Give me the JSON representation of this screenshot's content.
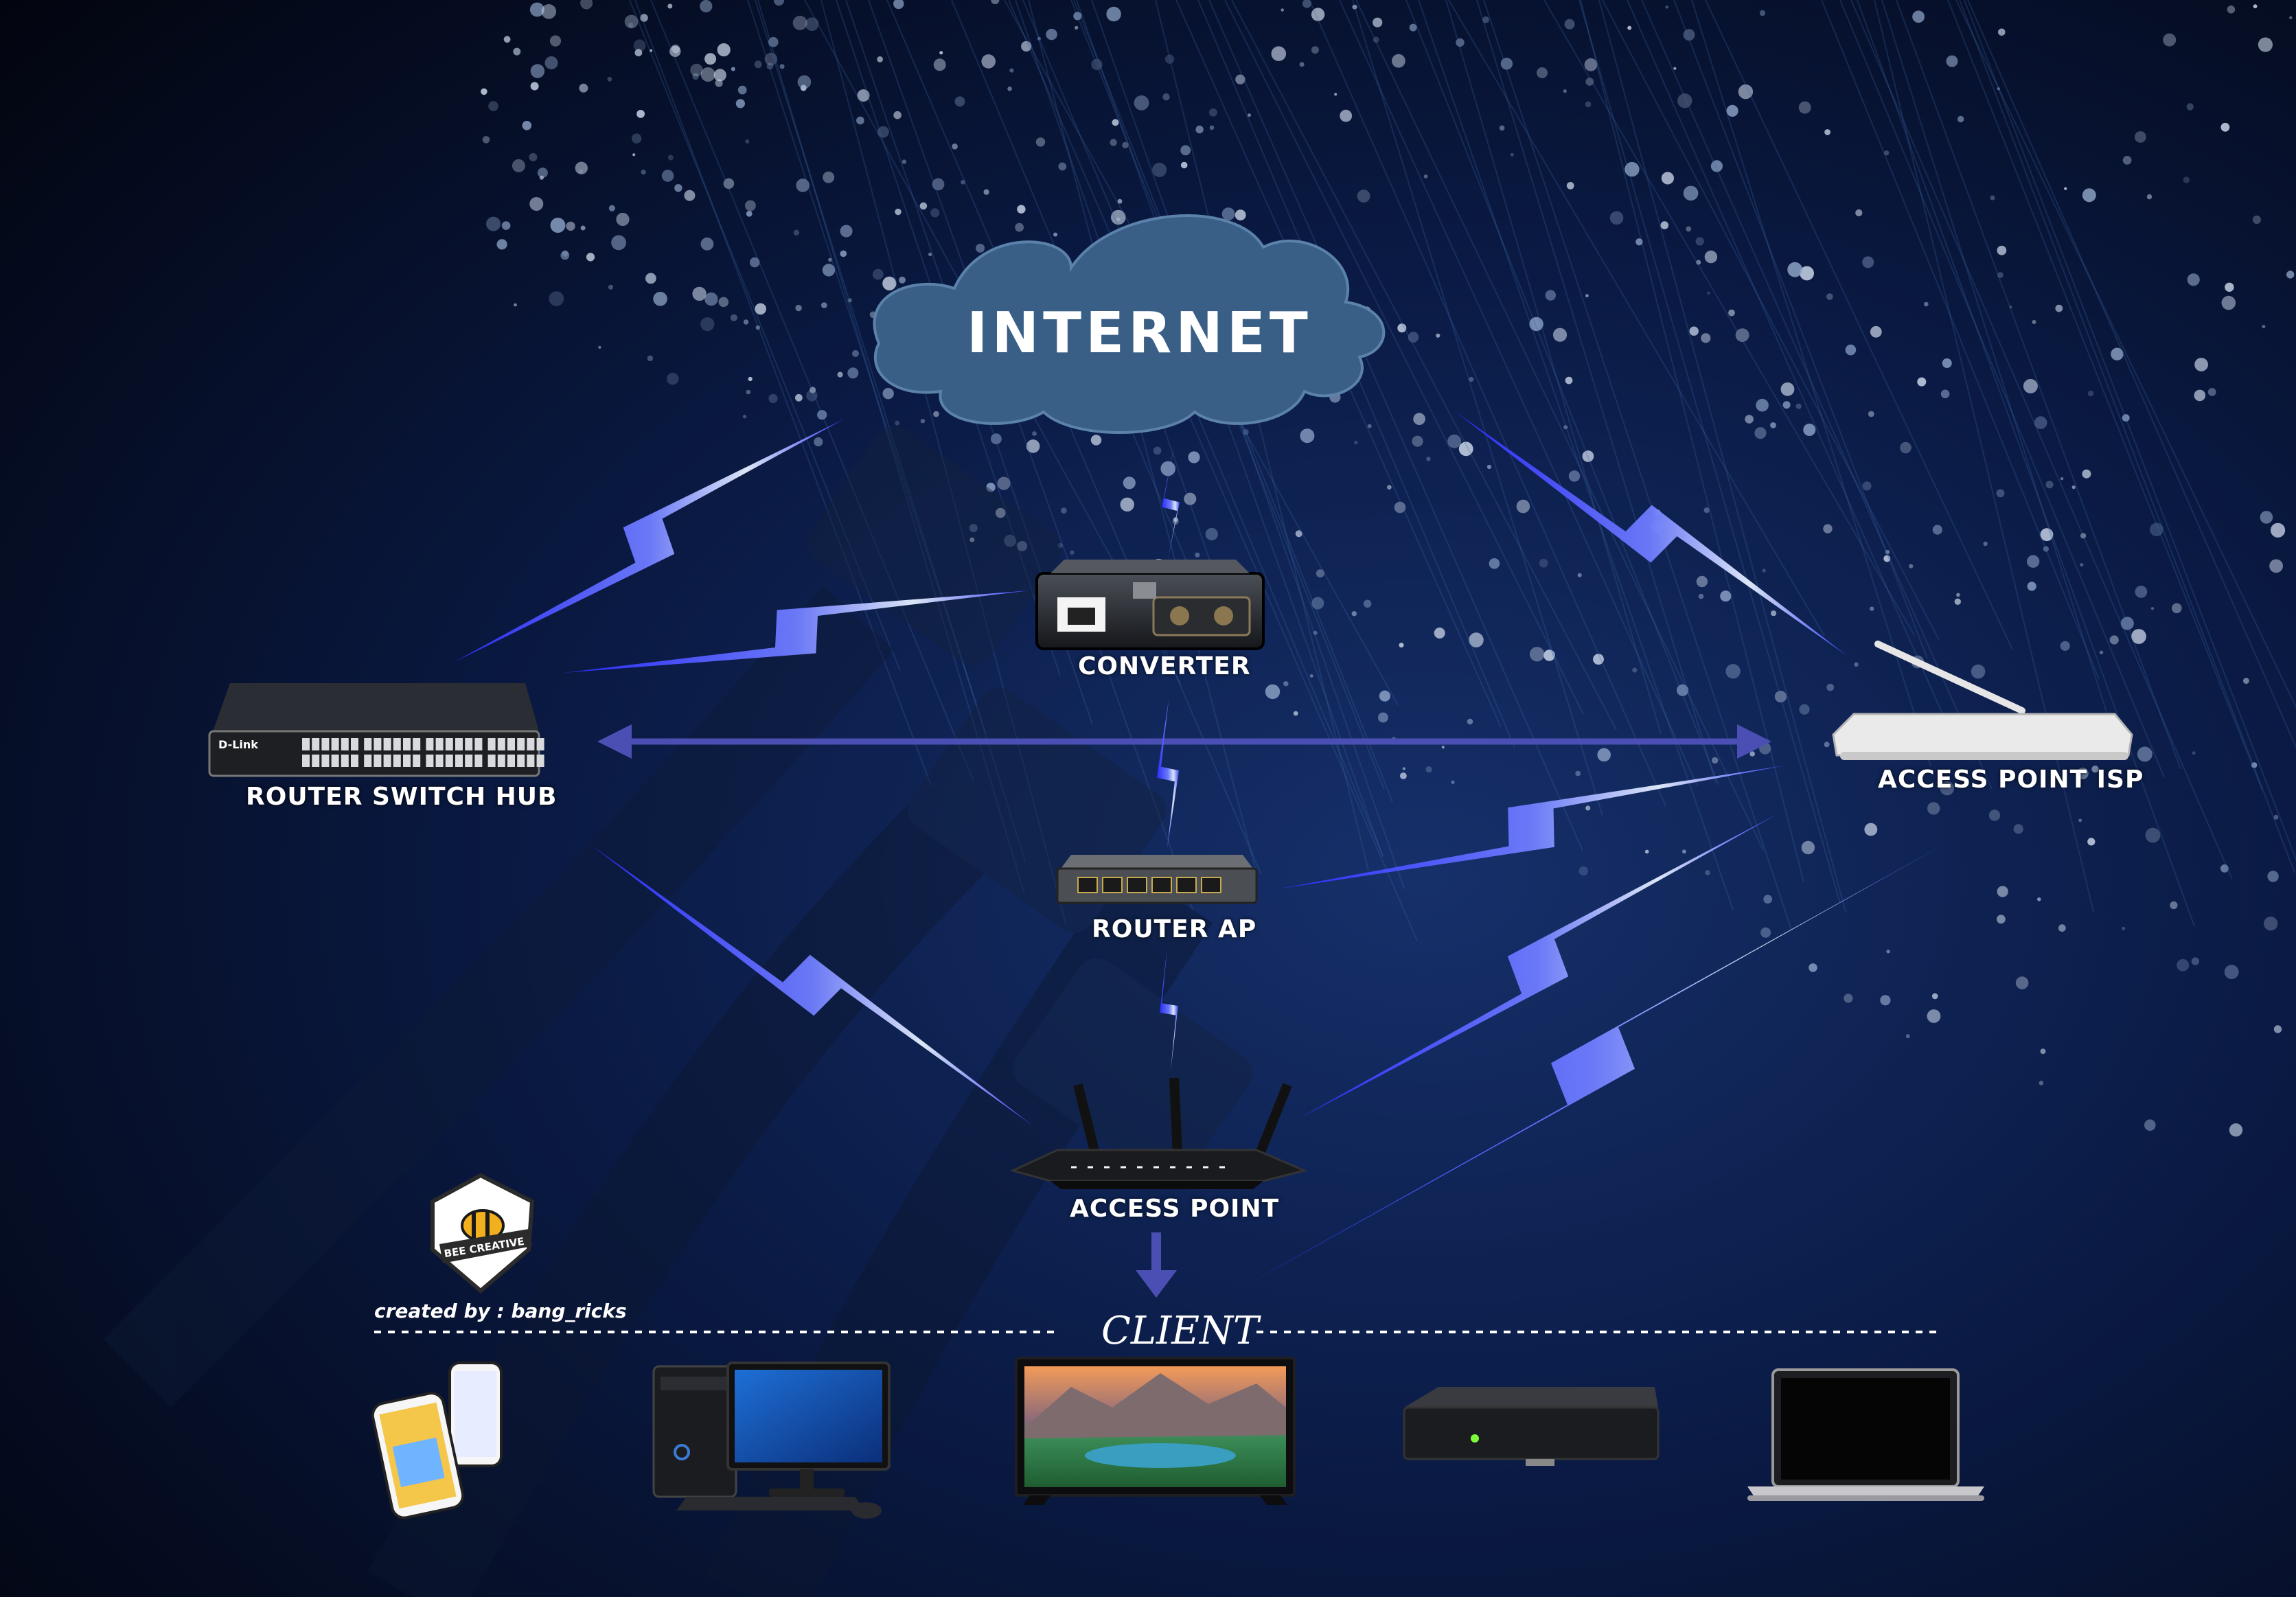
{
  "nodes": {
    "internet": "INTERNET",
    "converter": "CONVERTER",
    "router_switch_hub": "ROUTER SWITCH HUB",
    "access_point_isp": "ACCESS POINT ISP",
    "router_ap": "ROUTER AP",
    "access_point": "ACCESS POINT"
  },
  "client": {
    "title": "CLIENT",
    "devices": [
      "smartphone-icon",
      "desktop-pc-icon",
      "television-icon",
      "set-top-box-icon",
      "laptop-icon"
    ]
  },
  "switch_brand": "D-Link",
  "credit": "created by : bang_ricks",
  "logo_text": "BEE CREATIVE",
  "colors": {
    "background": "#050b24",
    "cloud": "#3a5f86",
    "bolt": "#4a4cff",
    "bolt_highlight": "#d8e8ff",
    "arrow": "#4b4fb3"
  }
}
